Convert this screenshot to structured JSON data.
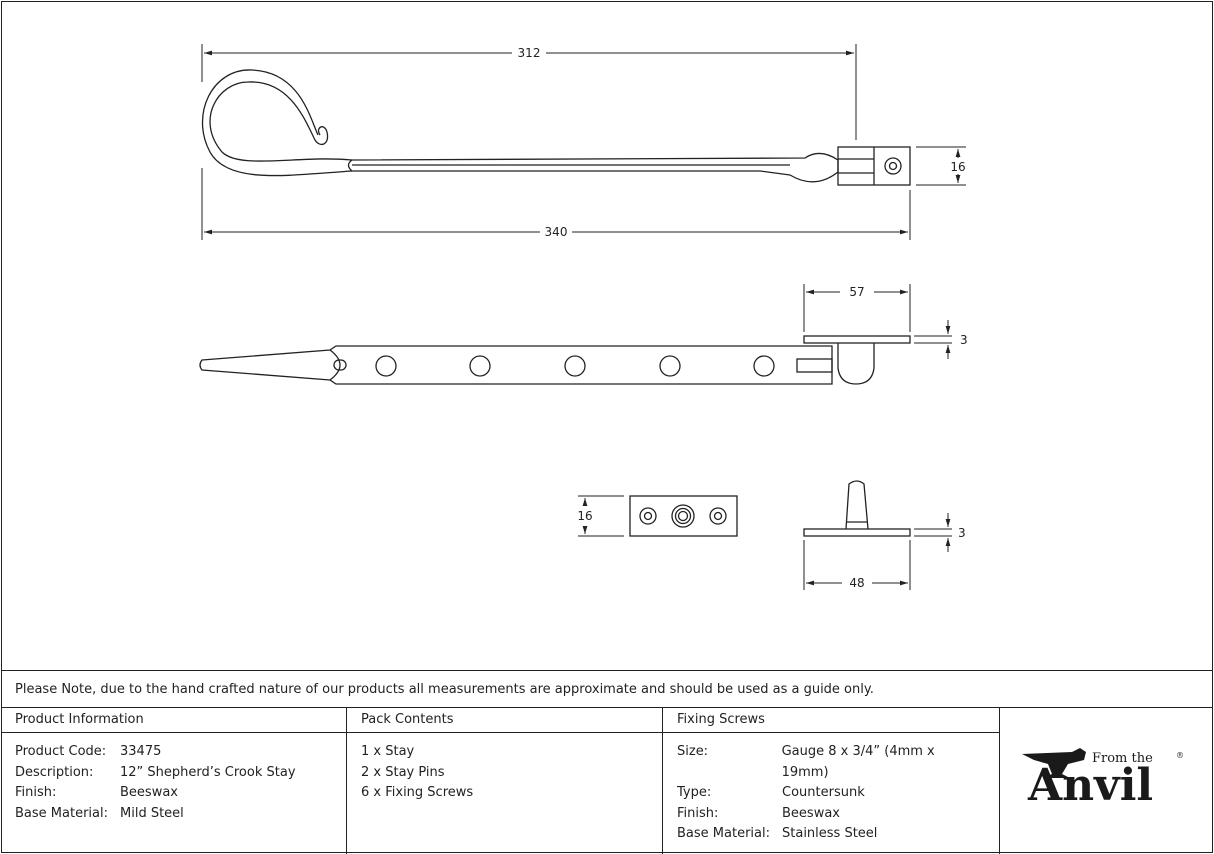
{
  "dimensions": {
    "top_width": "312",
    "overall_length": "340",
    "end_height": "16",
    "plate_length": "57",
    "plate_thickness": "3",
    "pin_plate_height": "16",
    "pin_plate_thickness": "3",
    "pin_plate_length": "48"
  },
  "note": "Please Note, due to the hand crafted nature of our products all measurements are approximate and should be used as a guide only.",
  "product_info": {
    "heading": "Product Information",
    "rows": [
      {
        "label": "Product Code:",
        "value": "33475"
      },
      {
        "label": "Description:",
        "value": "12” Shepherd’s Crook Stay"
      },
      {
        "label": "Finish:",
        "value": "Beeswax"
      },
      {
        "label": "Base Material:",
        "value": "Mild Steel"
      }
    ]
  },
  "pack_contents": {
    "heading": "Pack Contents",
    "items": [
      "1 x Stay",
      "2 x Stay Pins",
      "6 x Fixing Screws"
    ]
  },
  "fixing_screws": {
    "heading": "Fixing Screws",
    "rows": [
      {
        "label": "Size:",
        "value": "Gauge 8 x 3/4” (4mm x 19mm)"
      },
      {
        "label": "Type:",
        "value": "Countersunk"
      },
      {
        "label": "Finish:",
        "value": "Beeswax"
      },
      {
        "label": "Base Material:",
        "value": "Stainless Steel"
      }
    ]
  },
  "brand": {
    "small": "From the",
    "large": "Anvil",
    "mark": "®"
  }
}
